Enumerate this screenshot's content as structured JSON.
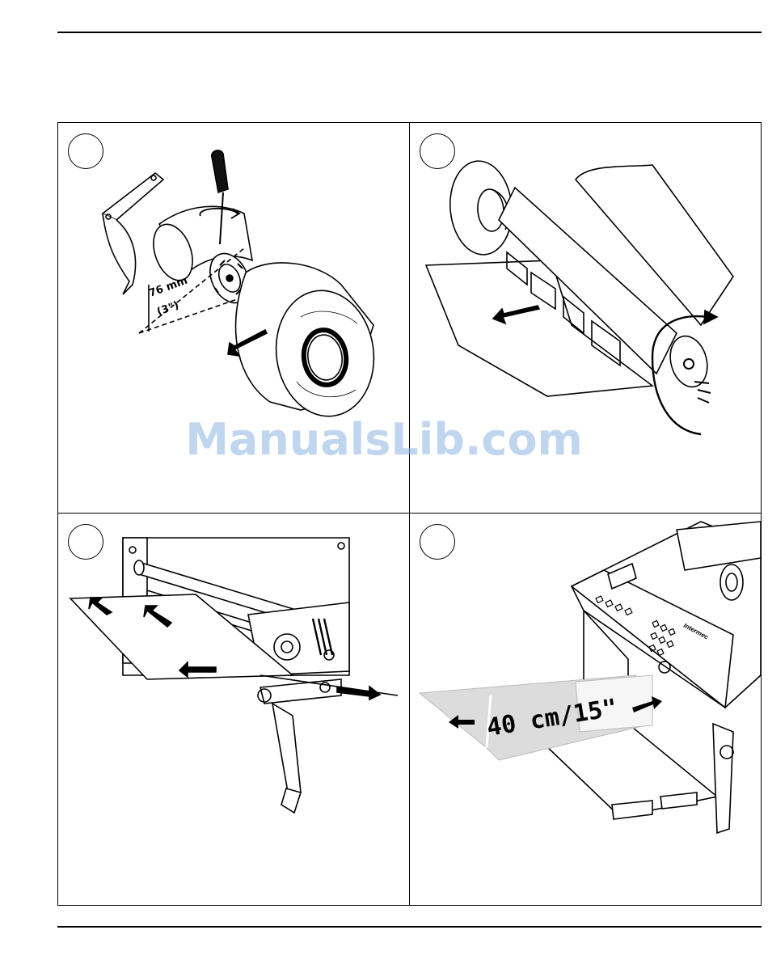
{
  "watermark": "ManualsLib.com",
  "panels": [
    {
      "step": "",
      "measurement": "76 mm",
      "measurement_inch": "(3\")"
    },
    {
      "step": ""
    },
    {
      "step": ""
    },
    {
      "step": "",
      "paper_length": "40 cm/15\"",
      "brand": "Intermec"
    }
  ]
}
